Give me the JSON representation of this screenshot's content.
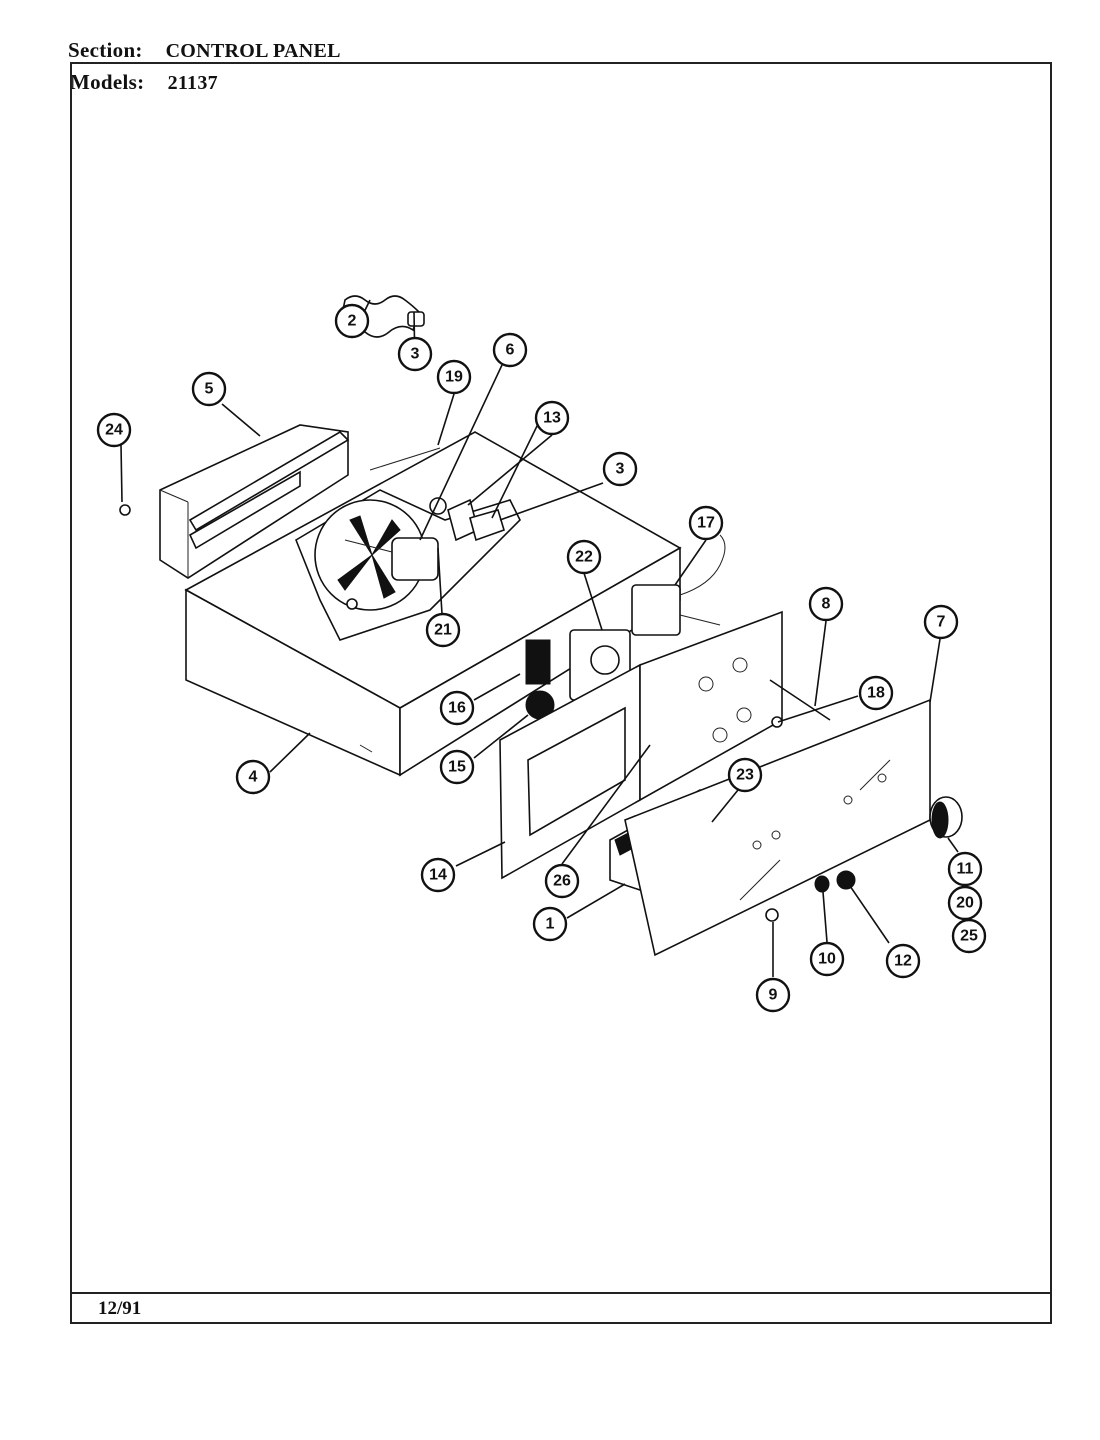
{
  "header": {
    "section_label": "Section:",
    "section_value": "CONTROL PANEL",
    "models_label": "Models:",
    "models_value": "21137"
  },
  "footer": {
    "date": "12/91"
  },
  "callouts": [
    {
      "id": "c-24",
      "label": "24"
    },
    {
      "id": "c-5",
      "label": "5"
    },
    {
      "id": "c-2",
      "label": "2"
    },
    {
      "id": "c-3a",
      "label": "3"
    },
    {
      "id": "c-19",
      "label": "19"
    },
    {
      "id": "c-6",
      "label": "6"
    },
    {
      "id": "c-13",
      "label": "13"
    },
    {
      "id": "c-3b",
      "label": "3"
    },
    {
      "id": "c-17",
      "label": "17"
    },
    {
      "id": "c-22",
      "label": "22"
    },
    {
      "id": "c-21",
      "label": "21"
    },
    {
      "id": "c-8",
      "label": "8"
    },
    {
      "id": "c-7",
      "label": "7"
    },
    {
      "id": "c-18",
      "label": "18"
    },
    {
      "id": "c-16",
      "label": "16"
    },
    {
      "id": "c-15",
      "label": "15"
    },
    {
      "id": "c-4",
      "label": "4"
    },
    {
      "id": "c-23",
      "label": "23"
    },
    {
      "id": "c-14",
      "label": "14"
    },
    {
      "id": "c-26",
      "label": "26"
    },
    {
      "id": "c-1",
      "label": "1"
    },
    {
      "id": "c-11",
      "label": "11"
    },
    {
      "id": "c-20",
      "label": "20"
    },
    {
      "id": "c-25",
      "label": "25"
    },
    {
      "id": "c-10",
      "label": "10"
    },
    {
      "id": "c-12",
      "label": "12"
    },
    {
      "id": "c-9",
      "label": "9"
    }
  ]
}
